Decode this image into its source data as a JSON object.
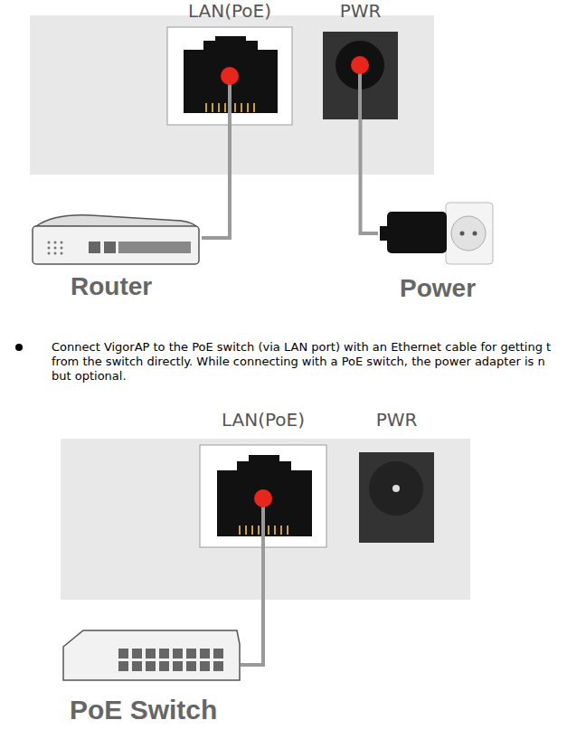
{
  "diagram": {
    "nodes": [
      {
        "text": [
          "LAN(PoE)"
        ]
      },
      {
        "text": [
          "PWR"
        ]
      },
      {
        "text": [
          "Router"
        ]
      },
      {
        "text": [
          "Power"
        ]
      },
      {
        "text": [
          "LAN(PoE)"
        ]
      },
      {
        "text": [
          "PWR"
        ]
      },
      {
        "text": [
          "PoE Switch"
        ]
      }
    ],
    "edges": [
      {
        "from": 0,
        "to": 2,
        "arrow": "none"
      },
      {
        "from": 1,
        "to": 3,
        "arrow": "none"
      },
      {
        "from": 4,
        "to": 6,
        "arrow": "none"
      }
    ],
    "labels": [
      "Connect VigorAP to the PoE switch (via LAN port) with an Ethernet cable for getting t from the switch directly. While connecting with a PoE switch, the power adapter is n but optional."
    ]
  }
}
